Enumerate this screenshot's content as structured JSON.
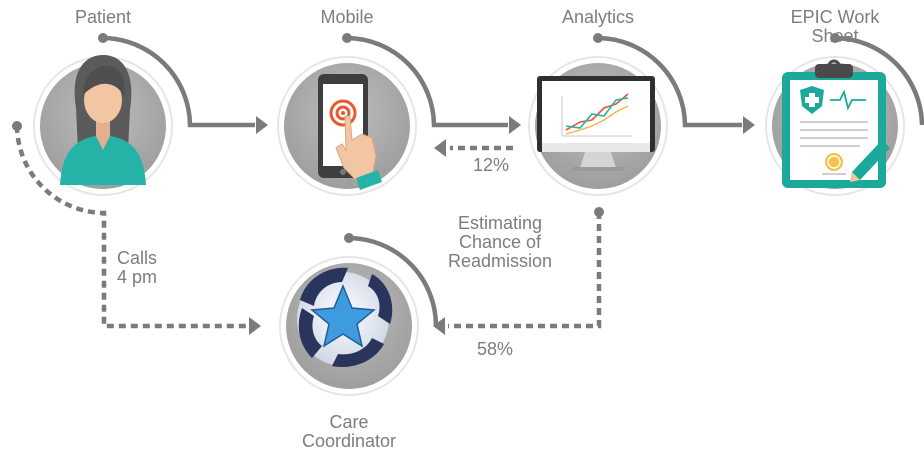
{
  "nodes": {
    "patient": {
      "label": "Patient"
    },
    "mobile": {
      "label": "Mobile"
    },
    "analytics": {
      "label": "Analytics"
    },
    "epic": {
      "label_line1": "EPIC Work",
      "label_line2": "Sheet"
    },
    "care": {
      "label_line1": "Care",
      "label_line2": "Coordinator"
    }
  },
  "edges": {
    "analytics_to_mobile_pct": "12%",
    "analytics_to_care_pct": "58%",
    "patient_to_care_line1": "Calls",
    "patient_to_care_line2": "4 pm",
    "estimating_line1": "Estimating",
    "estimating_line2": "Chance of",
    "estimating_line3": "Readmission"
  },
  "colors": {
    "circle_fill": "#a9a9a9",
    "arc_stroke": "#7b7b7b",
    "text": "#7d7d7d",
    "teal": "#26b3a7",
    "orange": "#e8582f"
  },
  "icons": [
    "person-icon",
    "smartphone-touch-icon",
    "monitor-chart-icon",
    "clipboard-document-icon",
    "star-logo-icon"
  ]
}
